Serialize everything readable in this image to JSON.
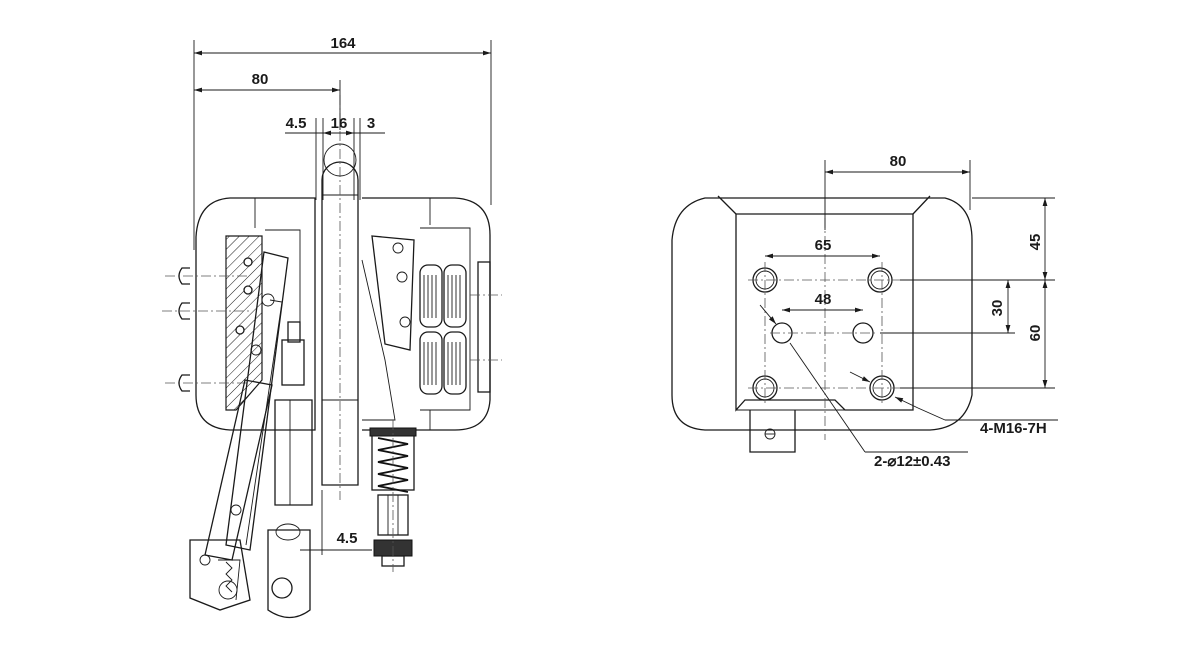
{
  "left_view": {
    "dims": {
      "overall_width": "164",
      "half_width": "80",
      "gap_left": "4.5",
      "disc_thickness": "16",
      "gap_right": "3",
      "pad_gap": "4.5"
    }
  },
  "right_view": {
    "dims": {
      "center_offset": "80",
      "outer_hole_spacing": "65",
      "inner_hole_spacing": "48",
      "top_offset": "45",
      "inner_vertical": "30",
      "outer_vertical": "60"
    },
    "callouts": {
      "threaded_holes": "4-M16-7H",
      "pin_holes": "2-⌀12±0.43"
    }
  }
}
